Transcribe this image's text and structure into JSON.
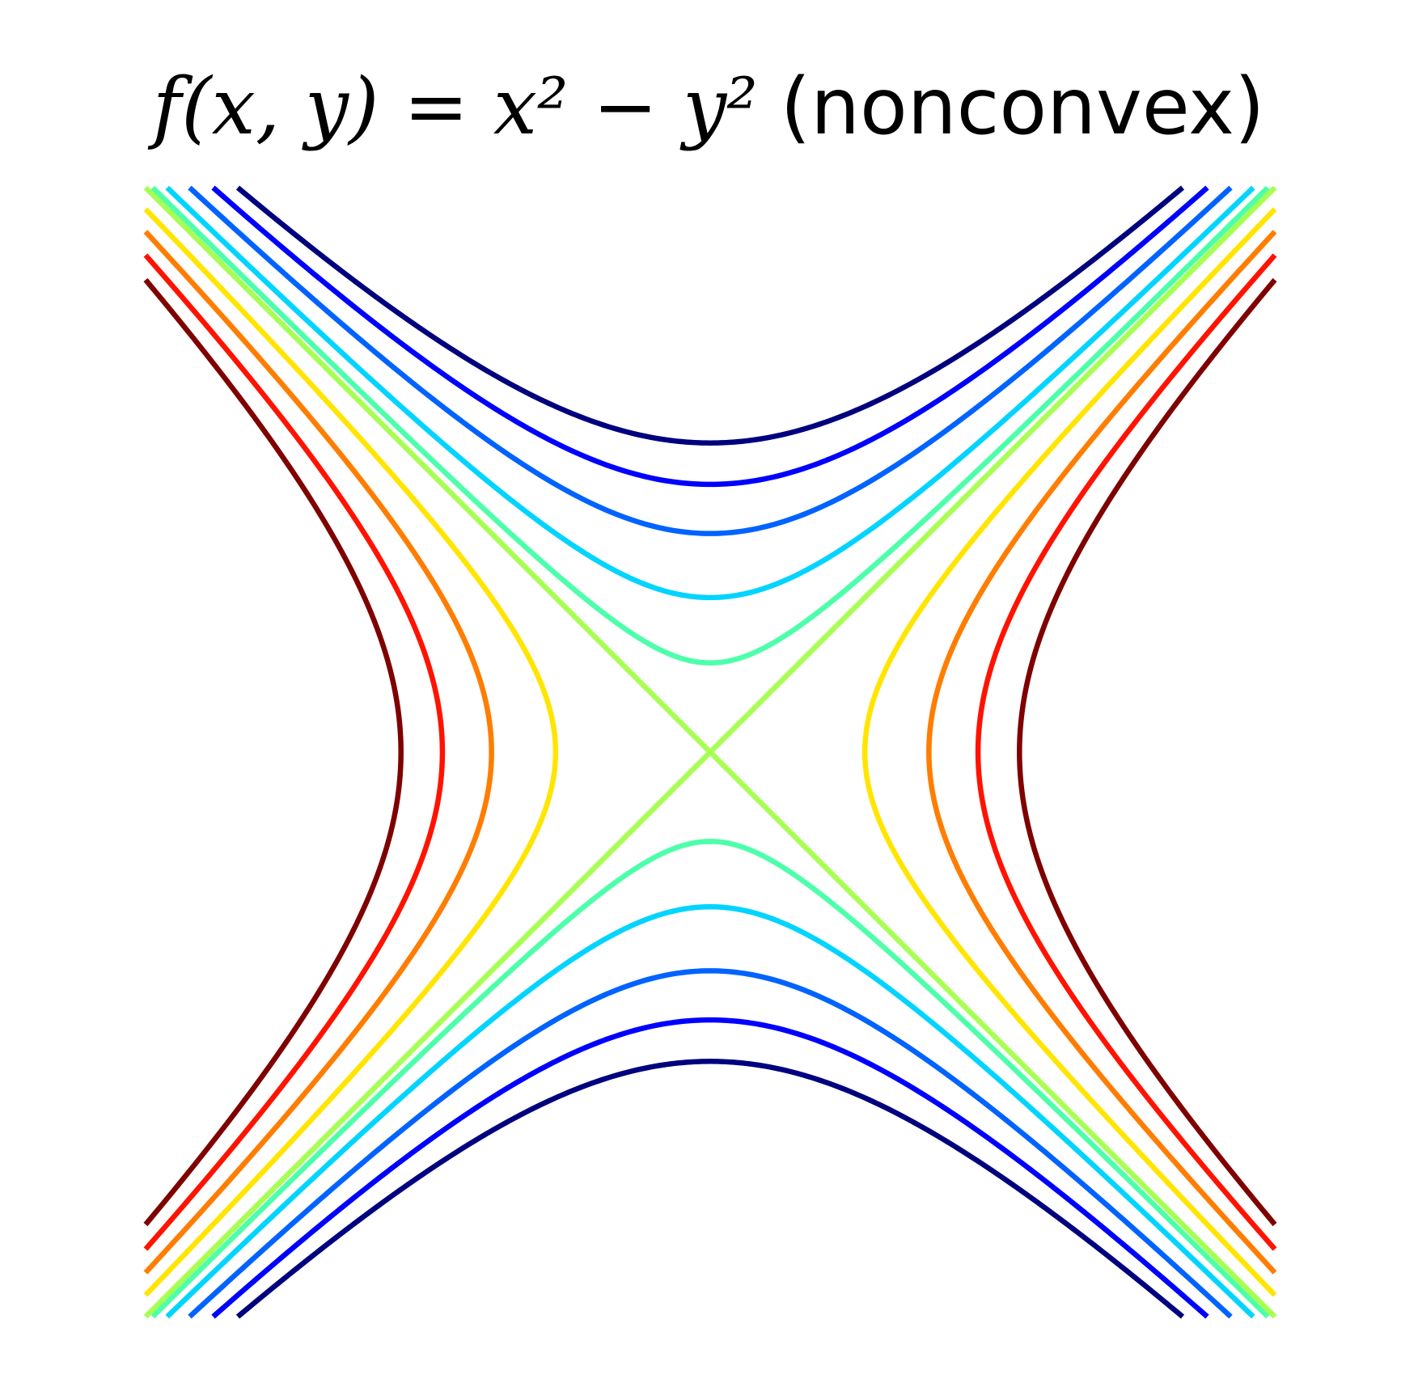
{
  "chart_data": {
    "type": "contour",
    "title": {
      "math": "f(x, y) = x² − y²",
      "text": "(nonconvex)"
    },
    "function": "x^2 - y^2",
    "xlim": [
      -2,
      2
    ],
    "ylim": [
      -2,
      2
    ],
    "axes_visible": false,
    "grid": false,
    "legend": "none",
    "colormap": "jet",
    "levels": [
      {
        "value": -1.2,
        "color": "#00007f"
      },
      {
        "value": -0.9,
        "color": "#0000ff"
      },
      {
        "value": -0.6,
        "color": "#0063ff"
      },
      {
        "value": -0.3,
        "color": "#00d4ff"
      },
      {
        "value": -0.1,
        "color": "#4dffaa"
      },
      {
        "value": 0.0,
        "color": "#a6ff52"
      },
      {
        "value": 0.3,
        "color": "#ffe500"
      },
      {
        "value": 0.6,
        "color": "#ff7d00"
      },
      {
        "value": 0.9,
        "color": "#ff1300"
      },
      {
        "value": 1.2,
        "color": "#7f0000"
      }
    ]
  }
}
